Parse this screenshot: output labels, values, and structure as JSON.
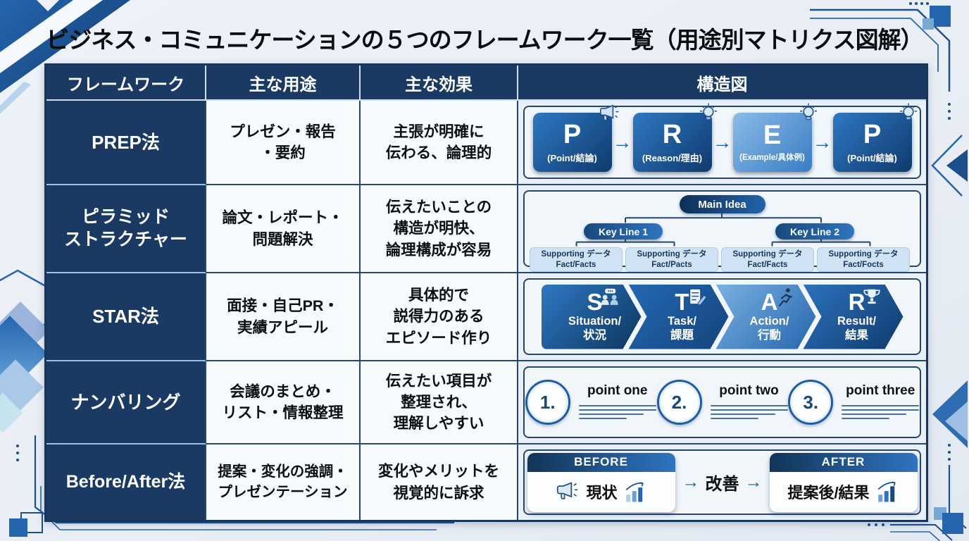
{
  "title": "ビジネス・コミュニケーションの５つのフレームワーク一覧（用途別マトリクス図解）",
  "colors": {
    "navy": "#1b3a63",
    "blue": "#1d5fa8",
    "accent": "#2e74c0",
    "light_blue": "#cfe3f4",
    "panel_bg": "#f1f6fb"
  },
  "table": {
    "headers": [
      "フレームワーク",
      "主な用途",
      "主な効果",
      "構造図"
    ],
    "rows": [
      {
        "name": "PREP法",
        "usage": "プレゼン・報告\n・要約",
        "effect": "主張が明確に\n伝わる、論理的"
      },
      {
        "name": "ピラミッド\nストラクチャー",
        "usage": "論文・レポート・\n問題解決",
        "effect": "伝えたいことの\n構造が明快、\n論理構成が容易"
      },
      {
        "name": "STAR法",
        "usage": "面接・自己PR・\n実績アピール",
        "effect": "具体的で\n説得力のある\nエピソード作り"
      },
      {
        "name": "ナンバリング",
        "usage": "会議のまとめ・\nリスト・情報整理",
        "effect": "伝えたい項目が\n整理され、\n理解しやすい"
      },
      {
        "name": "Before/After法",
        "usage": "提案・変化の強調・\nプレゼンテーション",
        "effect": "変化やメリットを\n視覚的に訴求"
      }
    ]
  },
  "prep": {
    "arrow": "→",
    "steps": [
      {
        "letter": "P",
        "label": "(Point/結論)",
        "icon": "megaphone-icon"
      },
      {
        "letter": "R",
        "label": "(Reason/理由)",
        "icon": "lightbulb-icon"
      },
      {
        "letter": "E",
        "label": "(Example/具体例)",
        "icon": "lightbulb-icon"
      },
      {
        "letter": "P",
        "label": "(Point/結論)",
        "icon": "lightbulb-icon"
      }
    ]
  },
  "pyramid": {
    "main": "Main Idea",
    "keylines": [
      "Key Line 1",
      "Key Line 2"
    ],
    "supports": [
      {
        "line1": "Supporting データ",
        "line2": "Fact/Facts"
      },
      {
        "line1": "Supporting データ",
        "line2": "Fact/Pacts"
      },
      {
        "line1": "Supporting データ",
        "line2": "Fact/Facts"
      },
      {
        "line1": "Supporting データ",
        "line2": "Fact/Focts"
      }
    ]
  },
  "star": {
    "steps": [
      {
        "letter": "S",
        "en": "Situation/",
        "ja": "状況",
        "icon": "people-chat-icon"
      },
      {
        "letter": "T",
        "en": "Task/",
        "ja": "課題",
        "icon": "checklist-pencil-icon"
      },
      {
        "letter": "A",
        "en": "Action/",
        "ja": "行動",
        "icon": "runner-icon"
      },
      {
        "letter": "R",
        "en": "Result/",
        "ja": "結果",
        "icon": "trophy-icon"
      }
    ]
  },
  "numbering": {
    "items": [
      {
        "num": "1.",
        "label": "point one"
      },
      {
        "num": "2.",
        "label": "point two"
      },
      {
        "num": "3.",
        "label": "point three"
      }
    ]
  },
  "beforeafter": {
    "before_header": "BEFORE",
    "before_label": "現状",
    "arrow_left": "→",
    "middle_label": "改善",
    "arrow_right": "→",
    "after_header": "AFTER",
    "after_label": "提案後/結果"
  }
}
